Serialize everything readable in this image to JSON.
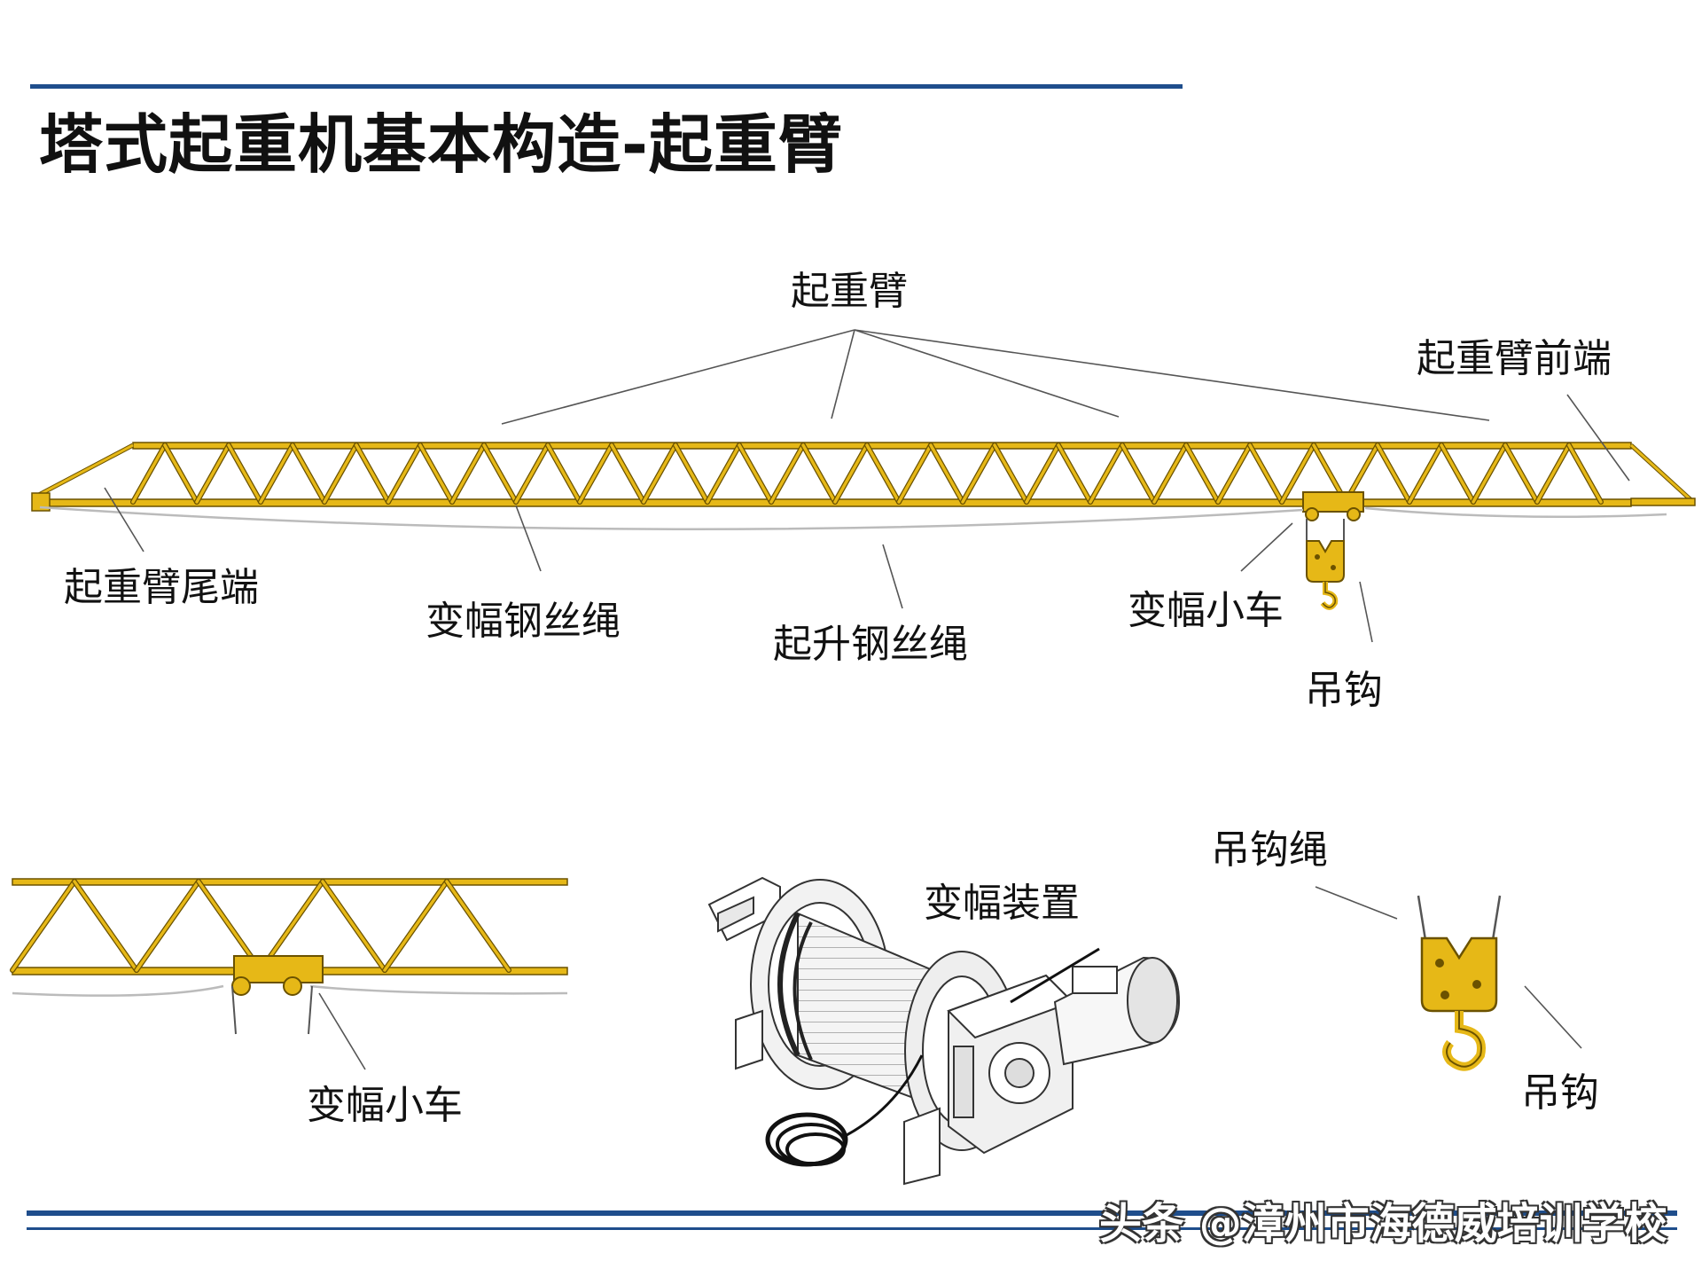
{
  "title": "塔式起重机基本构造-起重臂",
  "labels": {
    "jib": "起重臂",
    "jib_front": "起重臂前端",
    "jib_tail": "起重臂尾端",
    "luffing_rope": "变幅钢丝绳",
    "hoist_rope": "起升钢丝绳",
    "trolley": "变幅小车",
    "hook": "吊钩",
    "trolley_detail": "变幅小车",
    "luffing_device": "变幅装置",
    "hook_rope": "吊钩绳",
    "hook_detail": "吊钩"
  },
  "watermark": "头条 @漳州市海德威培训学校",
  "colors": {
    "truss": "#e6b817",
    "truss_outline": "#6b5200",
    "rule": "#1f4e8c",
    "leader": "#555555"
  }
}
